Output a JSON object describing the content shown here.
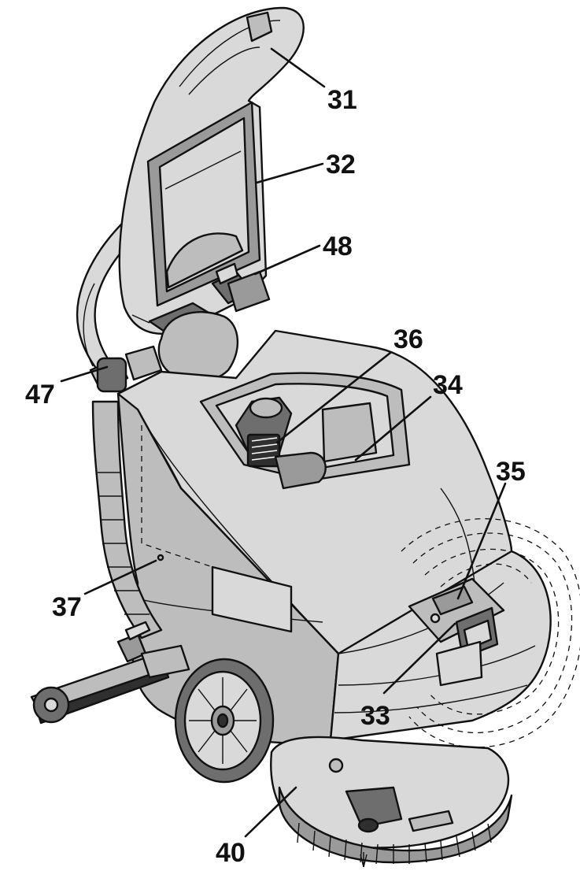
{
  "callouts": [
    {
      "id": "c31",
      "text": "31"
    },
    {
      "id": "c32",
      "text": "32"
    },
    {
      "id": "c48",
      "text": "48"
    },
    {
      "id": "c36",
      "text": "36"
    },
    {
      "id": "c34",
      "text": "34"
    },
    {
      "id": "c47",
      "text": "47"
    },
    {
      "id": "c35",
      "text": "35"
    },
    {
      "id": "c37",
      "text": "37"
    },
    {
      "id": "c33",
      "text": "33"
    },
    {
      "id": "c40",
      "text": "40"
    }
  ]
}
